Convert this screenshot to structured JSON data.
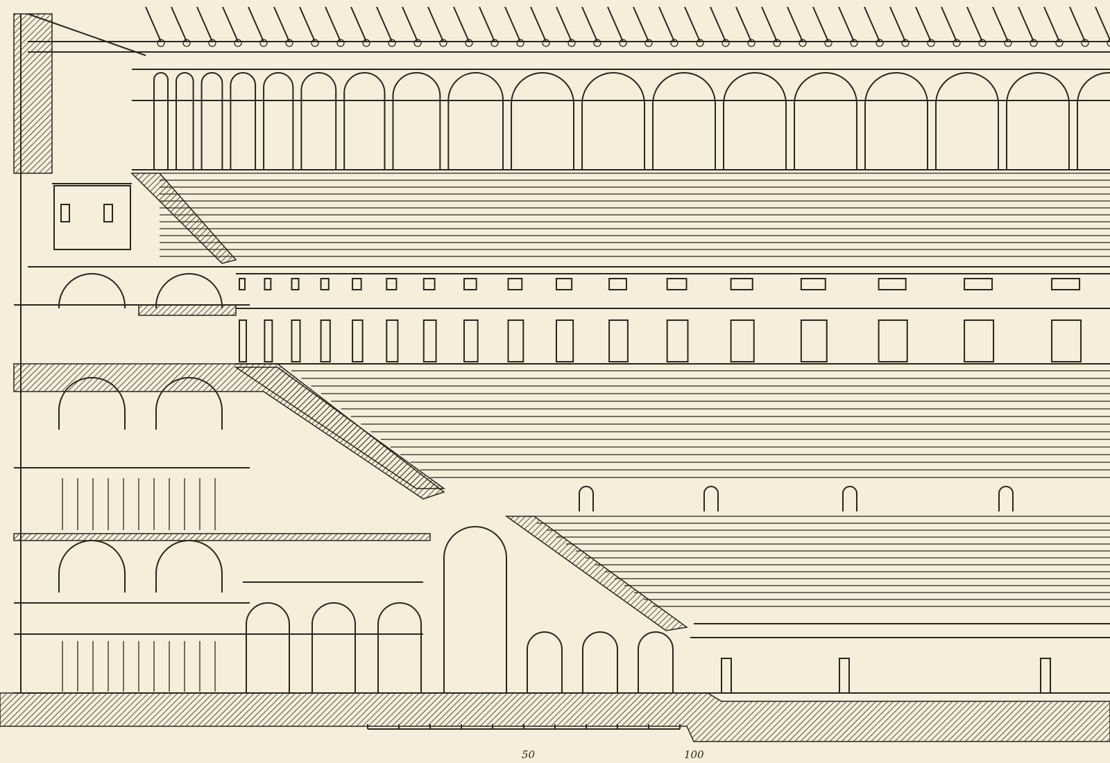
{
  "illustration": {
    "subject": "architectural-section-engraving",
    "ink_color": "#2b241b",
    "paper_color": "#f6eedb"
  },
  "scale_bar": {
    "labels": [
      "50",
      "100"
    ],
    "divisions": 10
  }
}
